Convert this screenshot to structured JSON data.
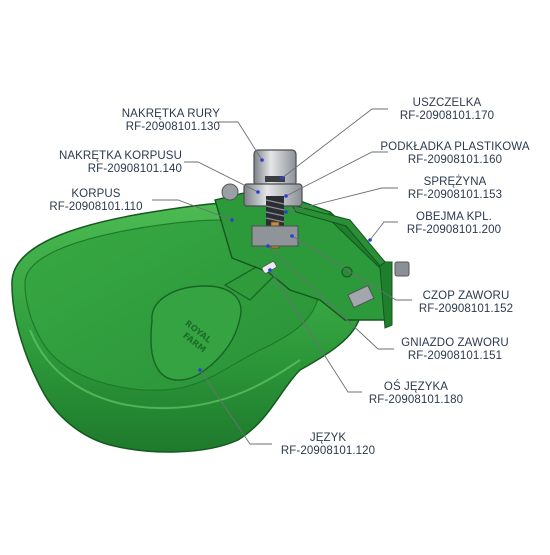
{
  "brand": {
    "line1": "ROYAL",
    "line2": "FARM"
  },
  "colors": {
    "body_green": "#2e9e3e",
    "dark_green": "#1c6b27",
    "light_green": "#5cc460",
    "metal": "#b9bdc2",
    "leader": "#6b6f77",
    "pin": "#2b3fd0"
  },
  "parts": [
    {
      "id": "rury",
      "name": "NAKRĘTKA RURY",
      "code": "RF-20908101.130"
    },
    {
      "id": "korpusu",
      "name": "NAKRĘTKA KORPUSU",
      "code": "RF-20908101.140"
    },
    {
      "id": "korpus",
      "name": "KORPUS",
      "code": "RF-20908101.110"
    },
    {
      "id": "uszczelka",
      "name": "USZCZELKA",
      "code": "RF-20908101.170"
    },
    {
      "id": "podkladka",
      "name": "PODKŁADKA PLASTIKOWA",
      "code": "RF-20908101.160"
    },
    {
      "id": "sprezyna",
      "name": "SPRĘŻYNA",
      "code": "RF-20908101.153"
    },
    {
      "id": "obejma",
      "name": "OBEJMA KPL.",
      "code": "RF-20908101.200"
    },
    {
      "id": "czop",
      "name": "CZOP ZAWORU",
      "code": "RF-20908101.152"
    },
    {
      "id": "gniazdo",
      "name": "GNIAZDO ZAWORU",
      "code": "RF-20908101.151"
    },
    {
      "id": "os",
      "name": "OŚ JĘZYKA",
      "code": "RF-20908101.180"
    },
    {
      "id": "jezyk",
      "name": "JĘZYK",
      "code": "RF-20908101.120"
    }
  ]
}
